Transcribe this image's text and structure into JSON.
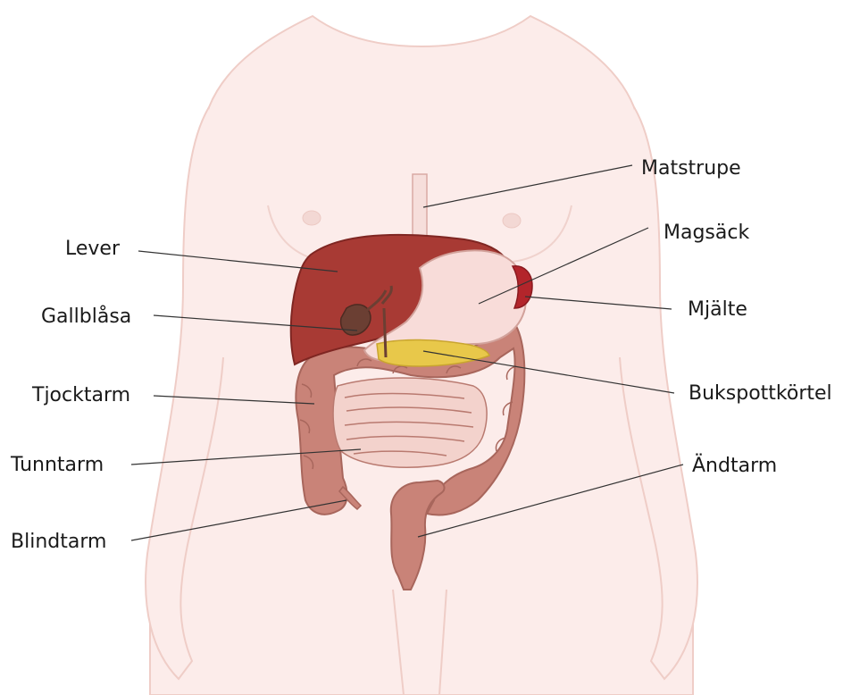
{
  "labels": {
    "matstrupe": "Matstrupe",
    "magsack": "Magsäck",
    "mjalte": "Mjälte",
    "bukspottkortel": "Bukspottkörtel",
    "andtarm": "Ändtarm",
    "lever": "Lever",
    "gallblasa": "Gallblåsa",
    "tjocktarm": "Tjocktarm",
    "tunntarm": "Tunntarm",
    "blindtarm": "Blindtarm"
  },
  "colors": {
    "skin_fill": "#fcecea",
    "skin_stroke": "#efcdc7",
    "liver": "#a83a34",
    "gallbladder": "#6b3f33",
    "stomach": "#f8dcd9",
    "spleen": "#b3252b",
    "pancreas": "#e8c84a",
    "intestine": "#c98378",
    "intestine_light": "#f3d2cc",
    "leader_line": "#333333"
  }
}
